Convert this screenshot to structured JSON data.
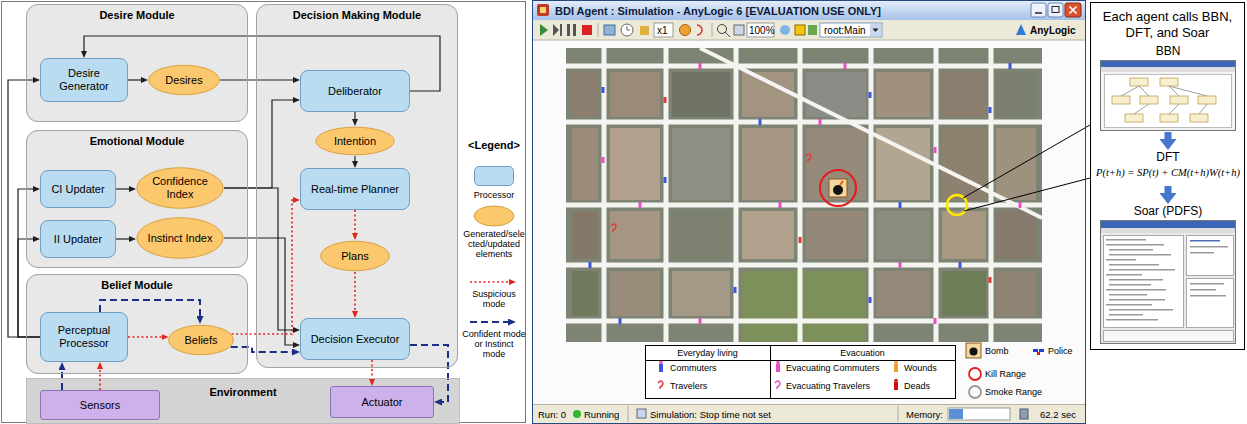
{
  "diagram": {
    "nodes": [
      {
        "text": [
          "Desire Module"
        ]
      },
      {
        "text": [
          "Desire Generator"
        ],
        "in": 0
      },
      {
        "text": [
          "Desires"
        ],
        "in": 0
      },
      {
        "text": [
          "Emotional Module"
        ]
      },
      {
        "text": [
          "CI Updater"
        ],
        "in": 3
      },
      {
        "text": [
          "Confidence Index"
        ],
        "in": 3
      },
      {
        "text": [
          "II Updater"
        ],
        "in": 3
      },
      {
        "text": [
          "Instinct Index"
        ],
        "in": 3
      },
      {
        "text": [
          "Belief Module"
        ]
      },
      {
        "text": [
          "Perceptual Processor"
        ],
        "in": 8
      },
      {
        "text": [
          "Beliefs"
        ],
        "in": 8
      },
      {
        "text": [
          "Environment"
        ]
      },
      {
        "text": [
          "Sensors"
        ],
        "in": 11
      },
      {
        "text": [
          "Actuator"
        ],
        "in": 11
      },
      {
        "text": [
          "Decision Making Module"
        ]
      },
      {
        "text": [
          "Deliberator"
        ],
        "in": 14
      },
      {
        "text": [
          "Intention"
        ],
        "in": 14
      },
      {
        "text": [
          "Real-time Planner"
        ],
        "in": 14
      },
      {
        "text": [
          "Plans"
        ],
        "in": 14
      },
      {
        "text": [
          "Decision Executor"
        ],
        "in": 14
      },
      {
        "text": [
          "BDI Agent : Simulation - AnyLogic 6 [EVALUATION USE ONLY]"
        ]
      },
      {
        "text": [
          "Each agent calls BBN, DFT, and Soar"
        ]
      },
      {
        "text": [
          "BBN"
        ],
        "in": 21
      },
      {
        "text": [
          "DFT",
          "P(t+h) = SP(t) + CM(t+h)W(t+h)"
        ],
        "in": 21
      },
      {
        "text": [
          "Soar (PDFS)"
        ],
        "in": 21
      }
    ],
    "edges": [
      {
        "from": 9,
        "to": 1,
        "arrow": "to"
      },
      {
        "from": 9,
        "to": 4,
        "arrow": "to"
      },
      {
        "from": 9,
        "to": 6,
        "arrow": "to"
      },
      {
        "from": 1,
        "to": 2,
        "arrow": "to"
      },
      {
        "from": 2,
        "to": 15,
        "arrow": "to"
      },
      {
        "from": 15,
        "to": 1,
        "arrow": "to"
      },
      {
        "from": 4,
        "to": 5,
        "arrow": "to"
      },
      {
        "from": 6,
        "to": 7,
        "arrow": "to"
      },
      {
        "from": 5,
        "to": 15,
        "arrow": "to"
      },
      {
        "from": 5,
        "to": 19,
        "arrow": "to"
      },
      {
        "from": 7,
        "to": 19,
        "arrow": "to"
      },
      {
        "from": 12,
        "to": 9,
        "arrow": "to"
      },
      {
        "from": 12,
        "to": 9,
        "arrow": "to"
      },
      {
        "from": 9,
        "to": 10,
        "arrow": "to"
      },
      {
        "from": 9,
        "to": 10,
        "arrow": "to"
      },
      {
        "from": 10,
        "to": 17,
        "arrow": "to"
      },
      {
        "from": 10,
        "to": 19,
        "arrow": "to"
      },
      {
        "from": 15,
        "to": 16,
        "arrow": "to"
      },
      {
        "from": 16,
        "to": 17,
        "arrow": "to"
      },
      {
        "from": 17,
        "to": 18,
        "arrow": "to"
      },
      {
        "from": 18,
        "to": 19,
        "arrow": "to"
      },
      {
        "from": 19,
        "to": 13,
        "arrow": "to"
      },
      {
        "from": 19,
        "to": 13,
        "arrow": "to"
      },
      {
        "from": 22,
        "to": 23,
        "arrow": "to"
      },
      {
        "from": 23,
        "to": 24,
        "arrow": "to"
      }
    ],
    "labels": [
      "<Legend>",
      "x1",
      "100%",
      "root:Main",
      "AnyLogic",
      "Everyday living",
      "Evacuation",
      "Commuters",
      "Travelers",
      "Evacuating Commuters",
      "Wounds",
      "Evacuating Travelers",
      "Deads",
      "Bomb",
      "Police",
      "Kill Range",
      "Smoke Range",
      "Run: 0",
      "Running",
      "Simulation: Stop time not set",
      "Memory:",
      "62.2 sec"
    ],
    "legend": [
      {
        "text": "Processor",
        "color": "#b9dcf0"
      },
      {
        "text": "Generated/selected/updated elements",
        "color": "#fcc86d"
      },
      {
        "text": "Suspicious mode"
      },
      {
        "text": "Confident mode or Instinct mode"
      }
    ]
  }
}
